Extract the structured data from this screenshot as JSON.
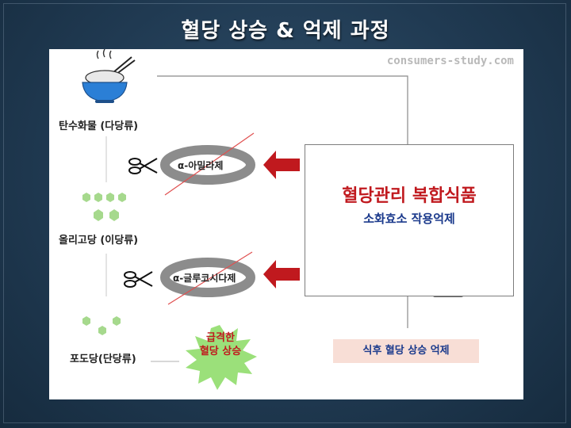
{
  "title": "혈당 상승 & 억제 과정",
  "watermark": "consumers-study.com",
  "stages": {
    "carb": "탄수화물 (다당류)",
    "oligo": "올리고당 (이당류)",
    "glucose": "포도당(단당류)"
  },
  "enzymes": {
    "amylase": "α-아밀라제",
    "glucosidase": "α-글루코시다제"
  },
  "burst": {
    "line1": "급격한",
    "line2": "혈당 상승"
  },
  "product": {
    "title": "혈당관리 복합식품",
    "subtitle": "소화효소 작용억제"
  },
  "result": "식후 혈당 상승 억제",
  "colors": {
    "hexagon": "#a6d98d",
    "arrow_red": "#c0191e",
    "ring_gray": "#8c8c8c",
    "burst_green": "#9be07a",
    "result_bg": "#f8ded6"
  },
  "icons": [
    "rice-bowl-icon",
    "scissors-icon",
    "hand-pointing-icon",
    "thermometer-icon",
    "starburst-icon"
  ]
}
